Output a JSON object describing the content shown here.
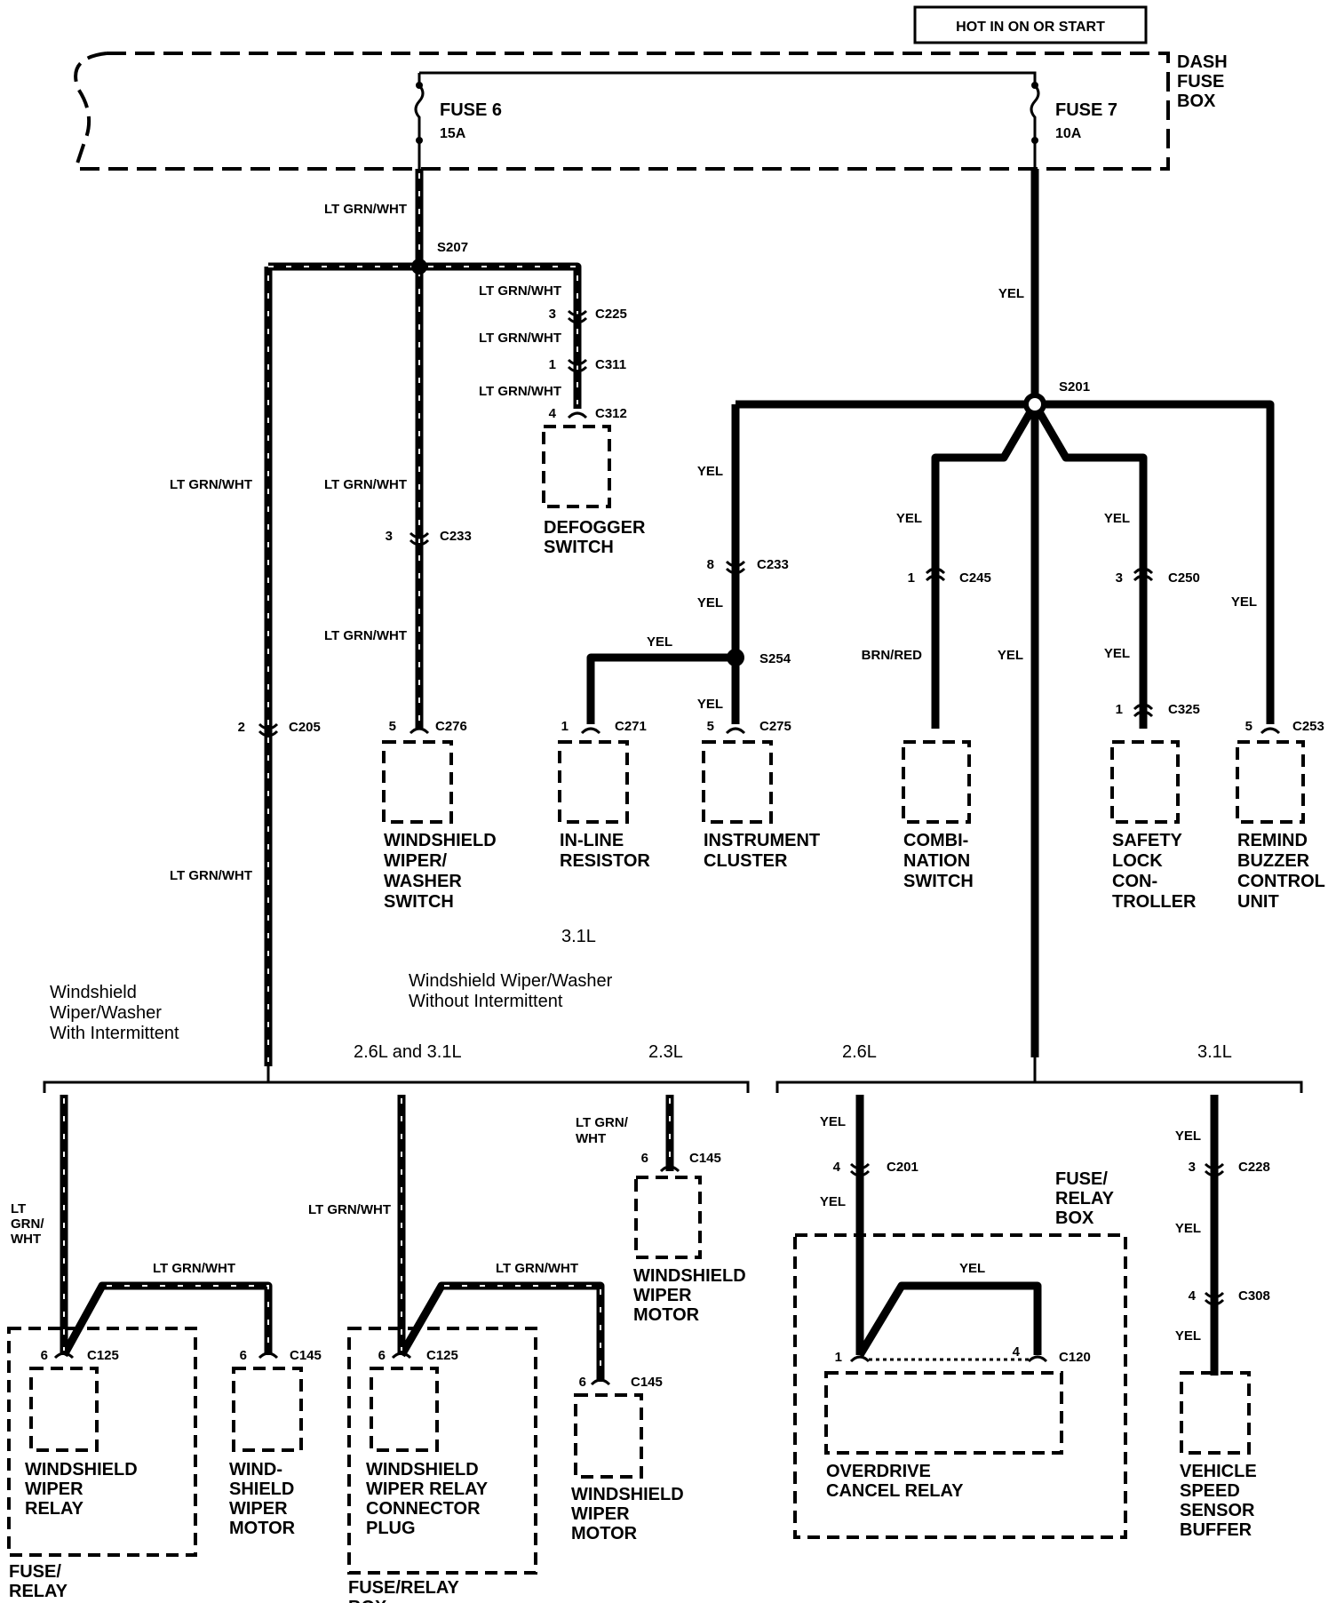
{
  "header": {
    "hot_label": "HOT IN ON OR START",
    "fuse_box_label": "DASH\nFUSE\nBOX"
  },
  "fuses": [
    {
      "name": "FUSE 6",
      "rating": "15A"
    },
    {
      "name": "FUSE 7",
      "rating": "10A"
    }
  ],
  "splices": [
    "S207",
    "S201",
    "S254"
  ],
  "wire_colors": {
    "lt_grn_wht": "LT GRN/WHT",
    "yel": "YEL",
    "brn_red": "BRN/RED",
    "lt_grn_wht_stacked": "LT\nGRN/\nWHT",
    "lt_grn_wht_split": "LT GRN/\nWHT"
  },
  "connectors": {
    "c225": {
      "id": "C225",
      "pin": "3"
    },
    "c311": {
      "id": "C311",
      "pin": "1"
    },
    "c312": {
      "id": "C312",
      "pin": "4"
    },
    "c233a": {
      "id": "C233",
      "pin": "3"
    },
    "c233b": {
      "id": "C233",
      "pin": "8"
    },
    "c205": {
      "id": "C205",
      "pin": "2"
    },
    "c276": {
      "id": "C276",
      "pin": "5"
    },
    "c271": {
      "id": "C271",
      "pin": "1"
    },
    "c275": {
      "id": "C275",
      "pin": "5"
    },
    "c245": {
      "id": "C245",
      "pin": "1"
    },
    "c250": {
      "id": "C250",
      "pin": "3"
    },
    "c325": {
      "id": "C325",
      "pin": "1"
    },
    "c253": {
      "id": "C253",
      "pin": "5"
    },
    "c125a": {
      "id": "C125",
      "pin": "6"
    },
    "c145a": {
      "id": "C145",
      "pin": "6"
    },
    "c125b": {
      "id": "C125",
      "pin": "6"
    },
    "c145b": {
      "id": "C145",
      "pin": "6"
    },
    "c145c": {
      "id": "C145",
      "pin": "6"
    },
    "c201": {
      "id": "C201",
      "pin": "4"
    },
    "c120": {
      "id": "C120",
      "pin1": "1",
      "pin2": "4"
    },
    "c228": {
      "id": "C228",
      "pin": "3"
    },
    "c308": {
      "id": "C308",
      "pin": "4"
    }
  },
  "components": {
    "defogger": "DEFOGGER\nSWITCH",
    "wiper_washer_switch": "WINDSHIELD\nWIPER/\nWASHER\nSWITCH",
    "inline_resistor": "IN-LINE\nRESISTOR",
    "instrument_cluster": "INSTRUMENT\nCLUSTER",
    "combination_switch": "COMBI-\nNATION\nSWITCH",
    "safety_lock": "SAFETY\nLOCK\nCON-\nTROLLER",
    "remind_buzzer": "REMIND\nBUZZER\nCONTROL\nUNIT",
    "wiper_relay": "WINDSHIELD\nWIPER\nRELAY",
    "wiper_motor_a": "WIND-\nSHIELD\nWIPER\nMOTOR",
    "wiper_relay_plug": "WINDSHIELD\nWIPER RELAY\nCONNECTOR\nPLUG",
    "wiper_motor_b": "WINDSHIELD\nWIPER\nMOTOR",
    "wiper_motor_c": "WINDSHIELD\nWIPER\nMOTOR",
    "overdrive_relay": "OVERDRIVE\nCANCEL RELAY",
    "vss_buffer": "VEHICLE\nSPEED\nSENSOR\nBUFFER",
    "fuse_relay_box_a": "FUSE/\nRELAY\nBOX",
    "fuse_relay_box_b": "FUSE/RELAY\nBOX",
    "fuse_relay_box_c": "FUSE/\nRELAY\nBOX"
  },
  "notes": {
    "engine_31_top": "3.1L",
    "intermittent": "Windshield\nWiper/Washer\nWith Intermittent",
    "no_intermittent": "Windshield Wiper/Washer\nWithout Intermittent",
    "engine_26_31": "2.6L and 3.1L",
    "engine_23": "2.3L",
    "engine_26": "2.6L",
    "engine_31": "3.1L"
  }
}
